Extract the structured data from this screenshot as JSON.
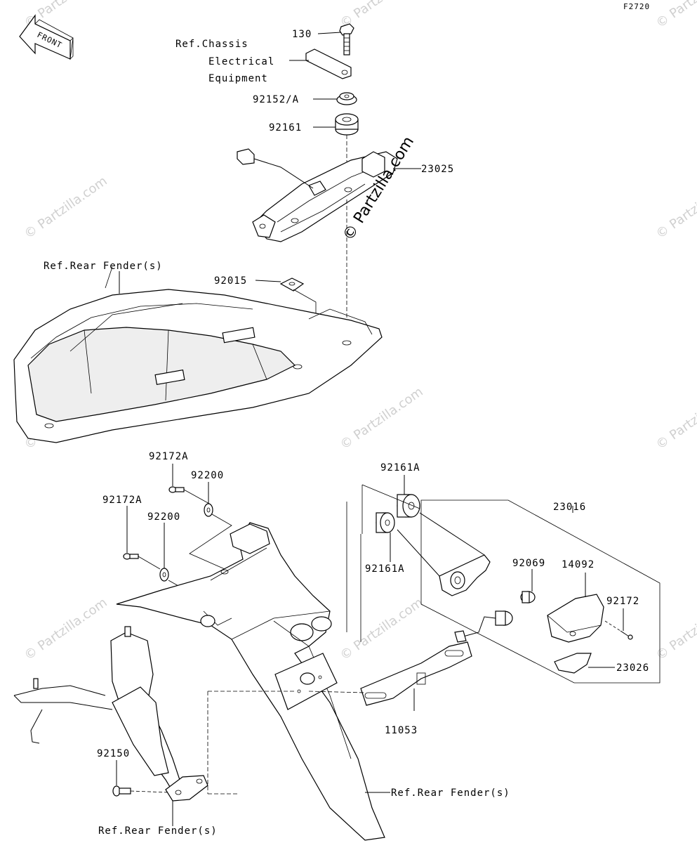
{
  "diagram_id": "F2720",
  "front_label": "FRONT",
  "watermark": "© Partzilla.com",
  "callouts": {
    "c130": "130",
    "c92152A": "92152/A",
    "c92161": "92161",
    "c23025": "23025",
    "c92015": "92015",
    "c92172A_1": "92172A",
    "c92200_1": "92200",
    "c92172A_2": "92172A",
    "c92200_2": "92200",
    "c92161A_1": "92161A",
    "c92161A_2": "92161A",
    "c23016": "23016",
    "c92069": "92069",
    "c14092": "14092",
    "c92172": "92172",
    "c23026": "23026",
    "c11053": "11053",
    "c92150": "92150"
  },
  "references": {
    "chassis_line1": "Ref.Chassis",
    "chassis_line2": "Electrical",
    "chassis_line3": "Equipment",
    "rear_fender_top": "Ref.Rear Fender(s)",
    "rear_fender_right": "Ref.Rear Fender(s)",
    "rear_fender_bottom": "Ref.Rear Fender(s)"
  }
}
